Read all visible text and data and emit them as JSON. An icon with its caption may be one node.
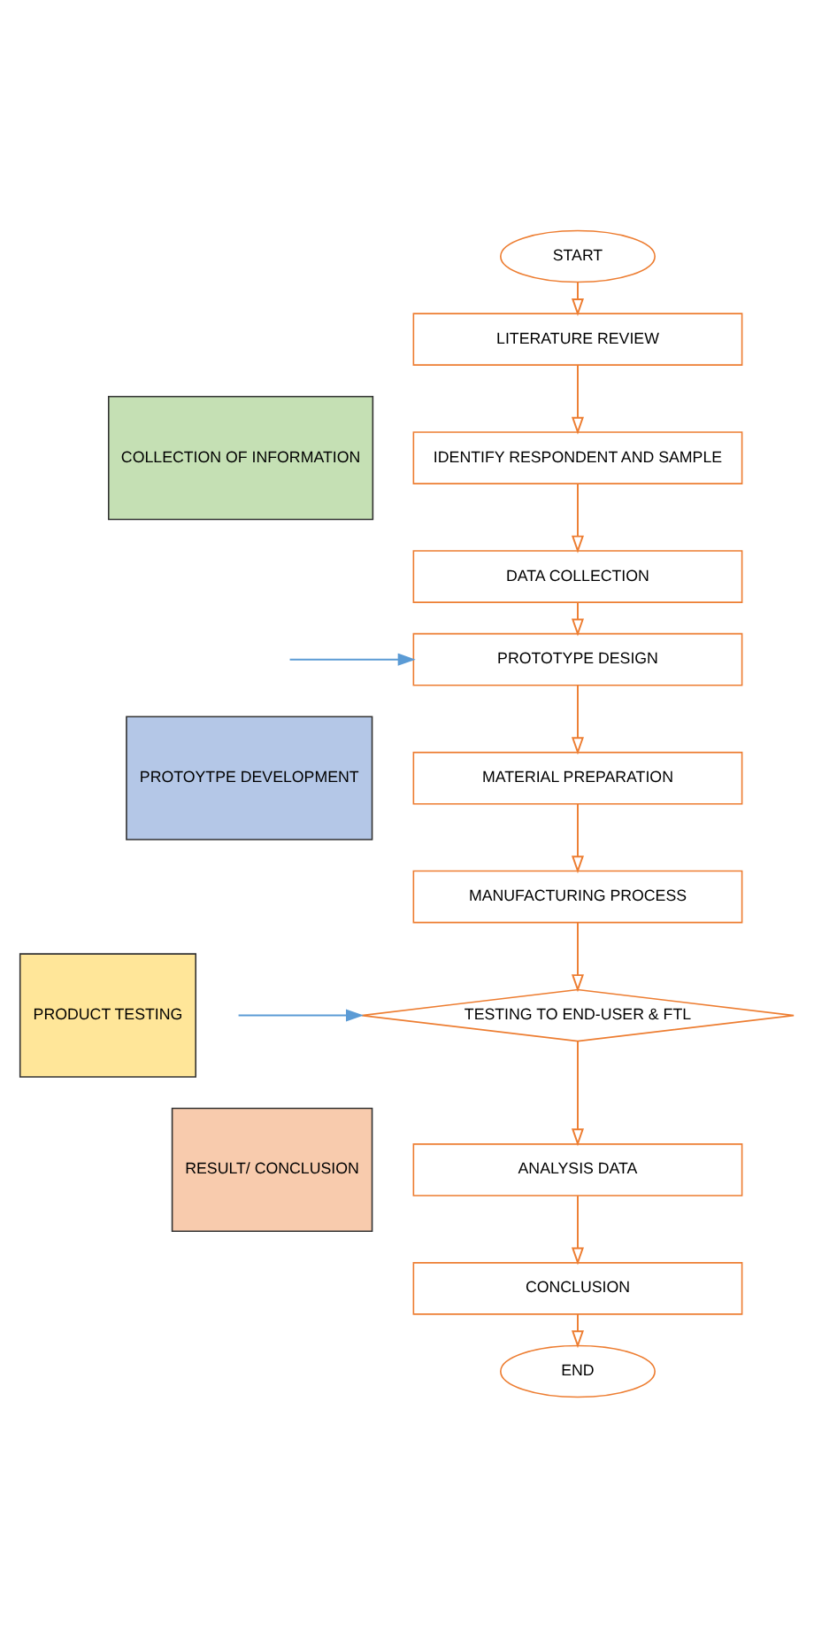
{
  "diagram": {
    "nodes": [
      {
        "text": [
          "START"
        ]
      },
      {
        "text": [
          "COLLECTION OF INFORMATION"
        ]
      },
      {
        "text": [
          "LITERATURE REVIEW"
        ]
      },
      {
        "text": [
          "IDENTIFY RESPONDENT AND SAMPLE"
        ]
      },
      {
        "text": [
          "DATA COLLECTION"
        ]
      },
      {
        "text": [
          "PROTOYTPE DEVELOPMENT"
        ]
      },
      {
        "text": [
          "PROTOTYPE DESIGN"
        ]
      },
      {
        "text": [
          "MATERIAL PREPARATION"
        ]
      },
      {
        "text": [
          "MANUFACTURING PROCESS"
        ]
      },
      {
        "text": [
          "PRODUCT TESTING"
        ]
      },
      {
        "text": [
          "TESTING TO END-USER & FTL"
        ]
      },
      {
        "text": [
          "RESULT/ CONCLUSION"
        ]
      },
      {
        "text": [
          "ANALYSIS DATA"
        ]
      },
      {
        "text": [
          "CONCLUSION"
        ]
      },
      {
        "text": [
          "END"
        ]
      }
    ],
    "edges": [
      {
        "from": 0,
        "to": 2,
        "arrow": "to"
      },
      {
        "from": 2,
        "to": 3,
        "arrow": "to"
      },
      {
        "from": 3,
        "to": 4,
        "arrow": "to"
      },
      {
        "from": 4,
        "to": 6,
        "arrow": "to"
      },
      {
        "from": 6,
        "to": 7,
        "arrow": "to"
      },
      {
        "from": 7,
        "to": 8,
        "arrow": "to"
      },
      {
        "from": 8,
        "to": 10,
        "arrow": "to"
      },
      {
        "from": 10,
        "to": 12,
        "arrow": "to"
      },
      {
        "from": 12,
        "to": 13,
        "arrow": "to"
      },
      {
        "from": 13,
        "to": 14,
        "arrow": "to"
      },
      {
        "from": null,
        "to": 6,
        "arrow": "to",
        "color": "#5b9bd5"
      },
      {
        "from": null,
        "to": 10,
        "arrow": "to",
        "color": "#5b9bd5"
      }
    ]
  }
}
